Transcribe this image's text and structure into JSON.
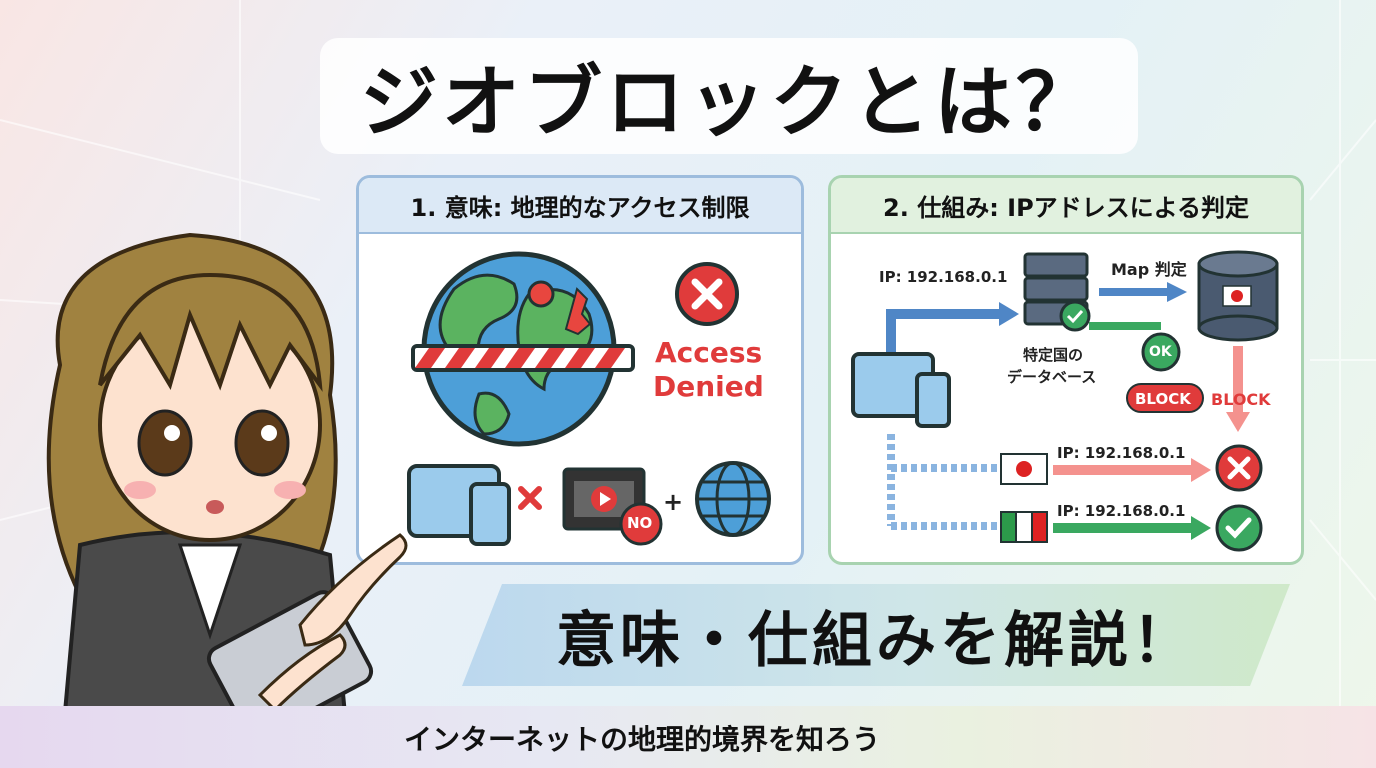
{
  "title": "ジオブロックとは？",
  "panel1": {
    "heading": "1. 意味: 地理的なアクセス制限",
    "access_line1": "Access",
    "access_line2": "Denied",
    "no_badge": "NO",
    "plus": "+"
  },
  "panel2": {
    "heading": "2. 仕組み: IPアドレスによる判定",
    "ip_top": "IP: 192.168.0.1",
    "map_label": "Map 判定",
    "db_line1": "特定国の",
    "db_line2": "データベース",
    "ok_label": "OK",
    "block_left": "BLOCK",
    "block_right": "BLOCK",
    "ip_japan": "IP: 192.168.0.1",
    "ip_italy": "IP: 192.168.0.1"
  },
  "banner": "意味・仕組みを解説！",
  "footer": "インターネットの地理的境界を知ろう",
  "colors": {
    "panel1_border": "#9dbcdd",
    "panel2_border": "#a8d3b0",
    "deny_red": "#e03b3b",
    "ok_green": "#3aa860",
    "flow_blue": "#4f86c6"
  }
}
